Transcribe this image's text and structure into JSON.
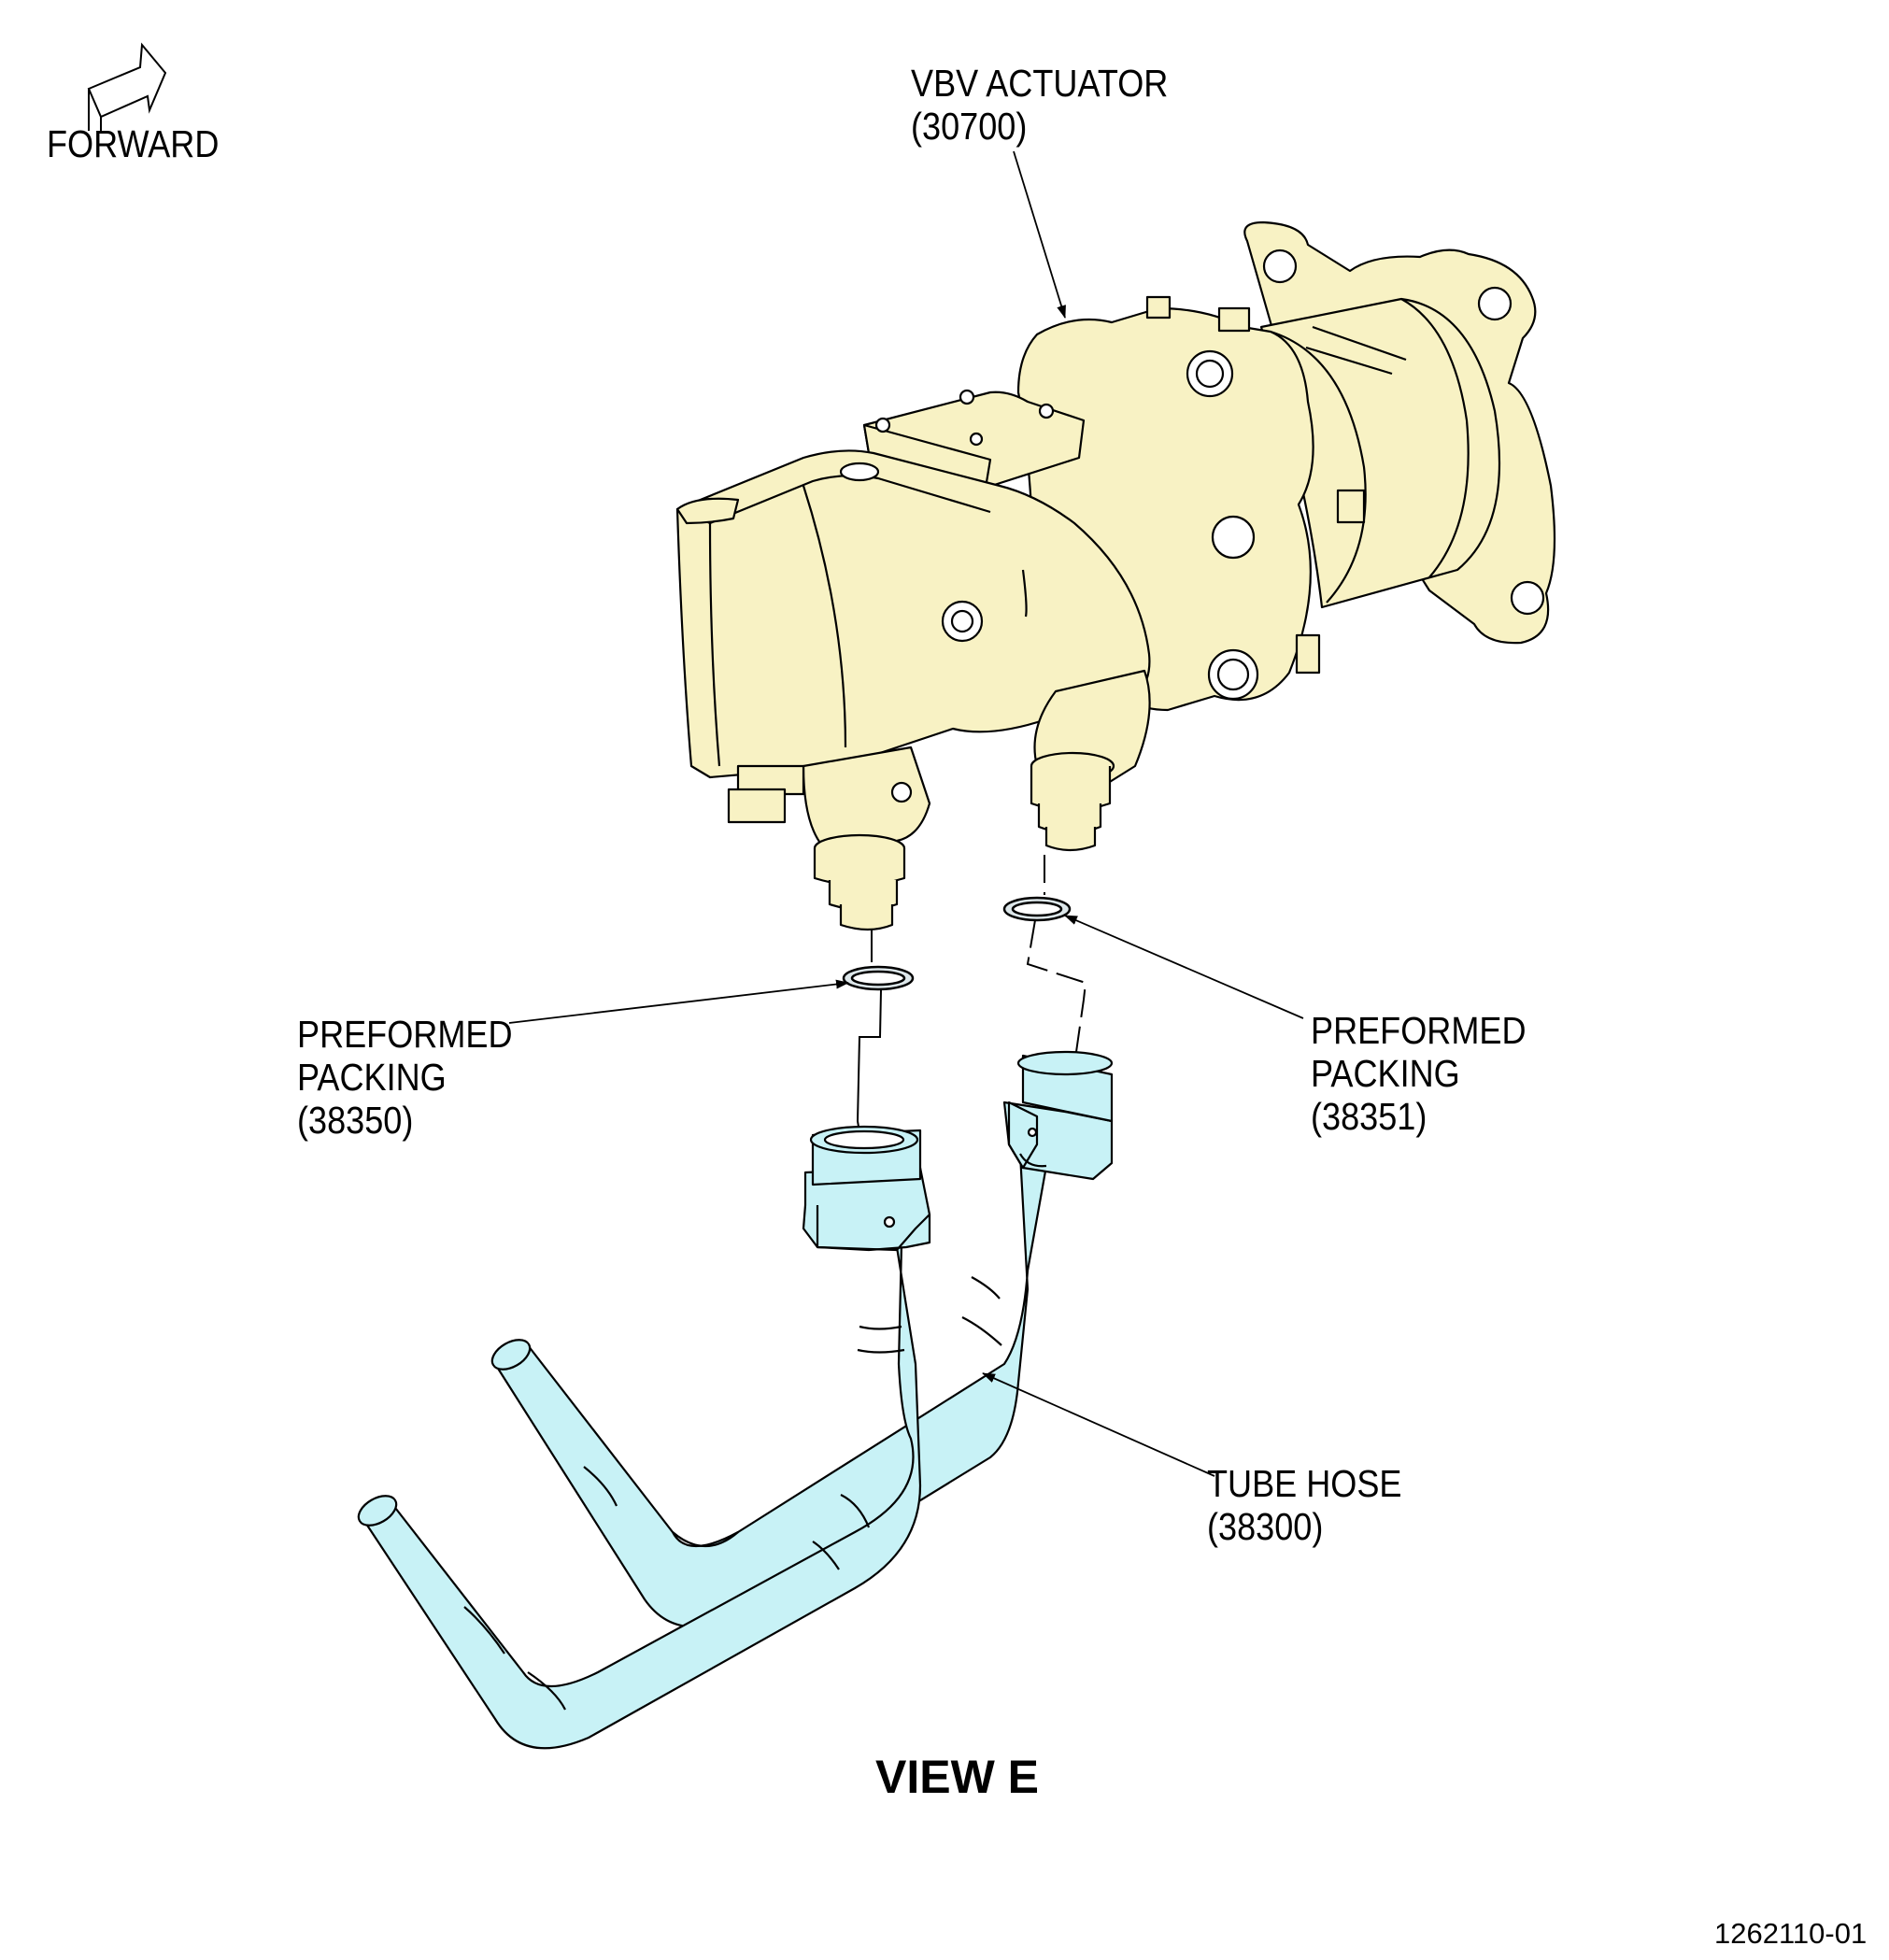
{
  "labels": {
    "forward": "FORWARD",
    "vbv_actuator": {
      "name": "VBV ACTUATOR",
      "code": "(30700)"
    },
    "packing_left": {
      "line1": "PREFORMED",
      "line2": "PACKING",
      "code": "(38350)"
    },
    "packing_right": {
      "line1": "PREFORMED",
      "line2": "PACKING",
      "code": "(38351)"
    },
    "tube_hose": {
      "name": "TUBE HOSE",
      "code": "(38300)"
    },
    "view": "VIEW E",
    "figure_number": "1262110-01"
  },
  "colors": {
    "actuator_fill": "#f8f2c4",
    "tube_fill": "#c8f2f6",
    "line": "#000000"
  }
}
